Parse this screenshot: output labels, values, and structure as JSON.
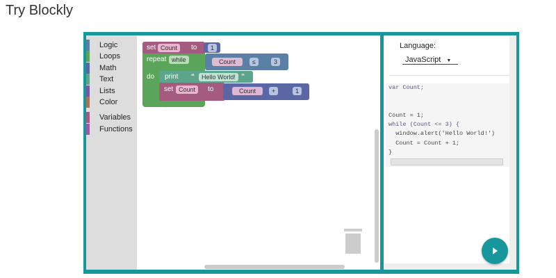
{
  "page_title": "Try Blockly",
  "toolbox": [
    {
      "label": "Logic",
      "color": "#5b80a5"
    },
    {
      "label": "Loops",
      "color": "#5ba55b"
    },
    {
      "label": "Math",
      "color": "#5b67a5"
    },
    {
      "label": "Text",
      "color": "#5ba58c"
    },
    {
      "label": "Lists",
      "color": "#745ba5"
    },
    {
      "label": "Color",
      "color": "#a5745b"
    },
    {
      "label": "Variables",
      "color": "#a55b80"
    },
    {
      "label": "Functions",
      "color": "#995ba5"
    }
  ],
  "blocks": {
    "set1": {
      "kw": "set",
      "var": "Count",
      "to": "to",
      "value": "1"
    },
    "repeat": {
      "kw": "repeat",
      "mode": "while",
      "var": "Count",
      "op": "≤",
      "value": "3",
      "do": "do"
    },
    "print": {
      "kw": "print",
      "open": "“",
      "text": "Hello World!",
      "close": "”"
    },
    "set2": {
      "kw": "set",
      "var": "Count",
      "to": "to",
      "var2": "Count",
      "op": "+",
      "value": "1"
    }
  },
  "language": {
    "label": "Language:",
    "selected": "JavaScript"
  },
  "code": [
    "var Count;",
    "",
    "",
    "Count = 1;",
    "while (Count <= 3) {",
    "  window.alert('Hello World!')",
    "  Count = Count + 1;",
    "}"
  ],
  "icons": {
    "trash": "trash-icon",
    "run": "play-icon"
  }
}
